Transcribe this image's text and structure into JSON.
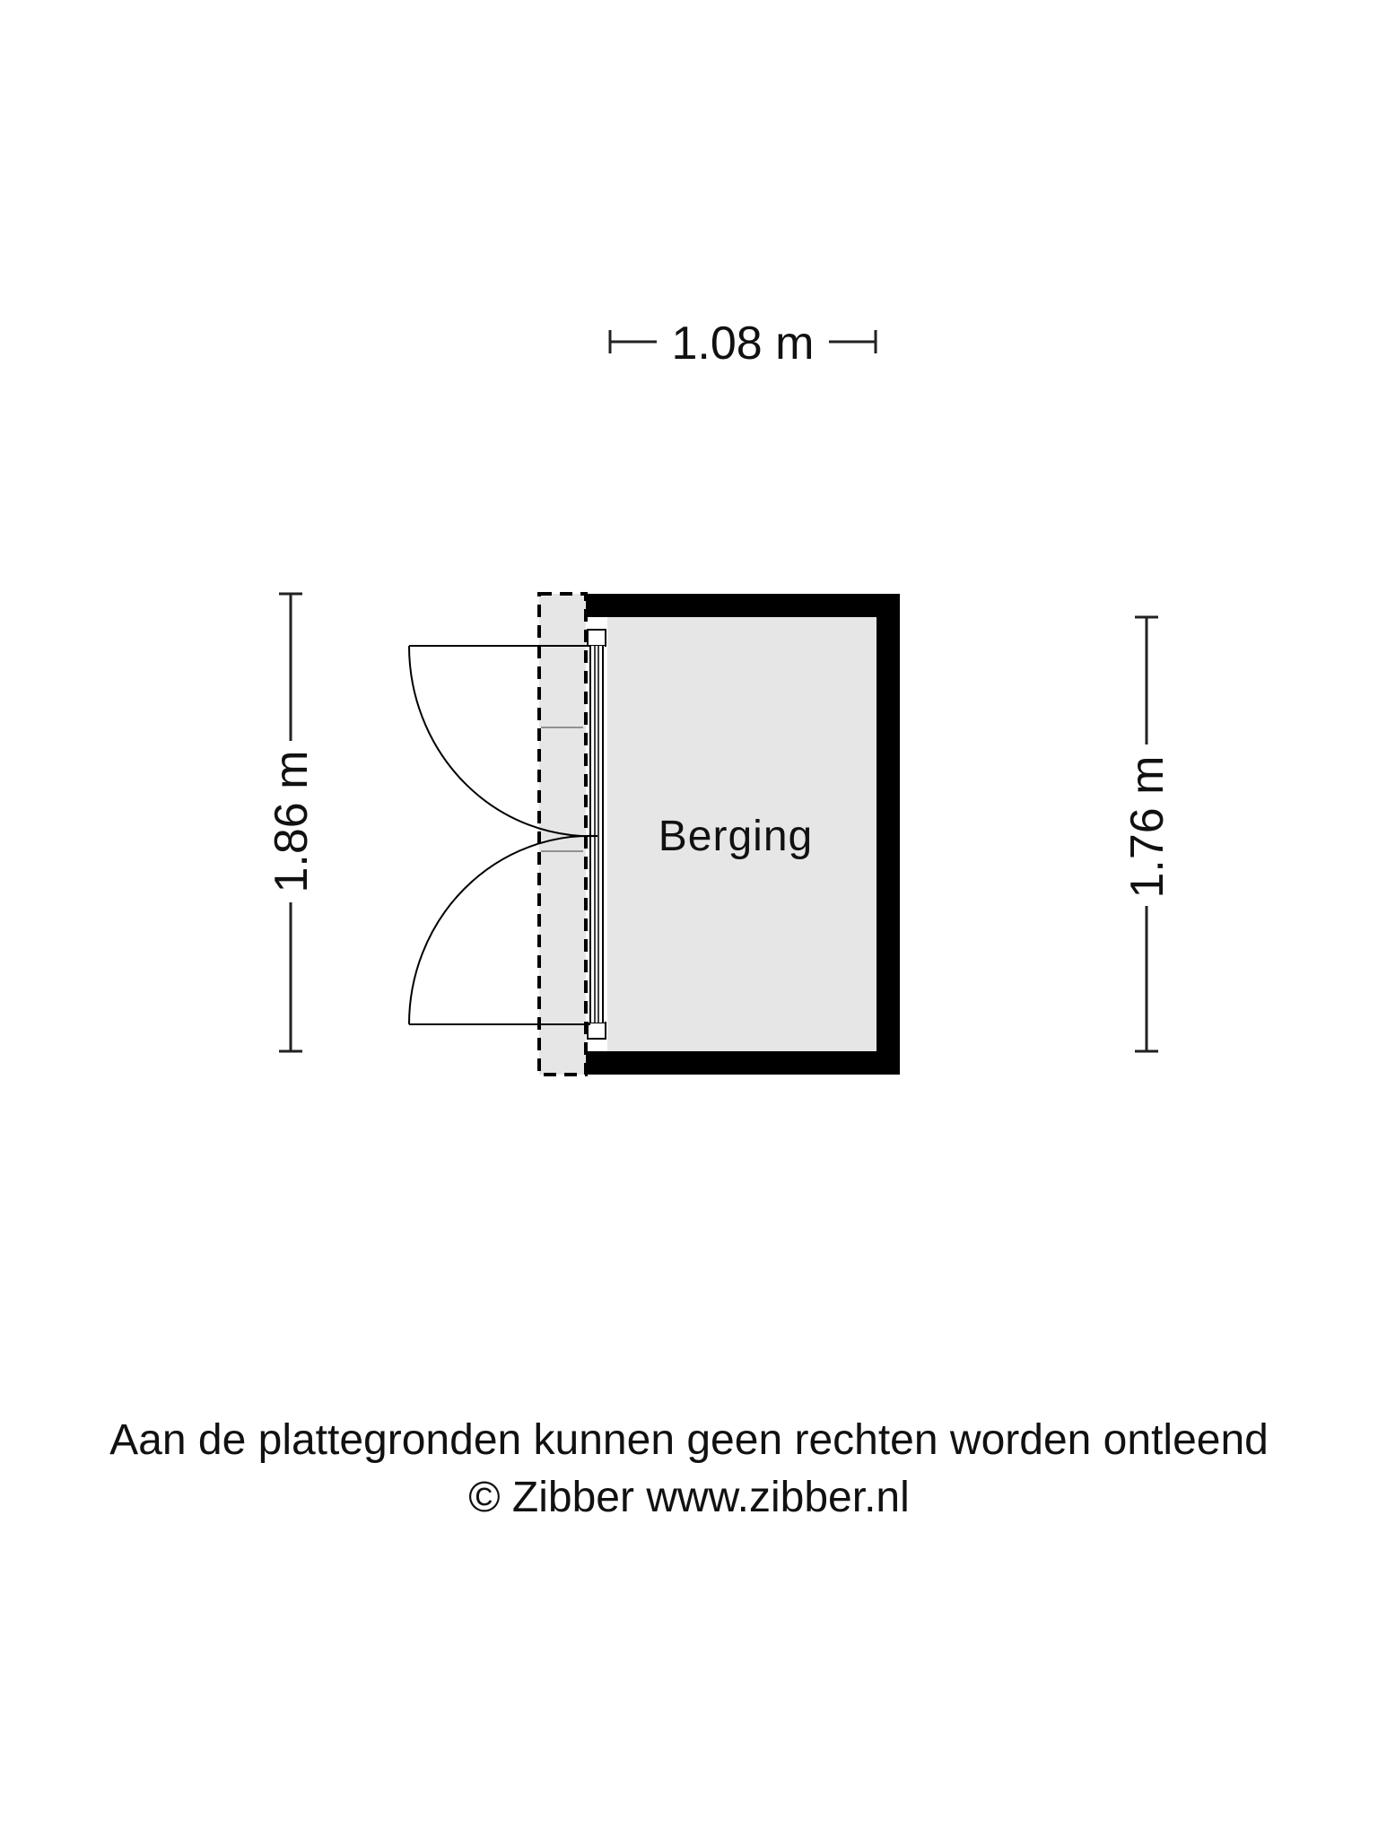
{
  "floorplan": {
    "room_label": "Berging",
    "dimensions": {
      "width_top": "1.08 m",
      "height_left": "1.86 m",
      "height_right": "1.76 m"
    },
    "colors": {
      "wall": "#000000",
      "floor": "#e6e6e6",
      "line": "#222222"
    }
  },
  "footer": {
    "disclaimer": "Aan de plattegronden kunnen geen rechten worden ontleend",
    "copyright": "© Zibber www.zibber.nl"
  }
}
